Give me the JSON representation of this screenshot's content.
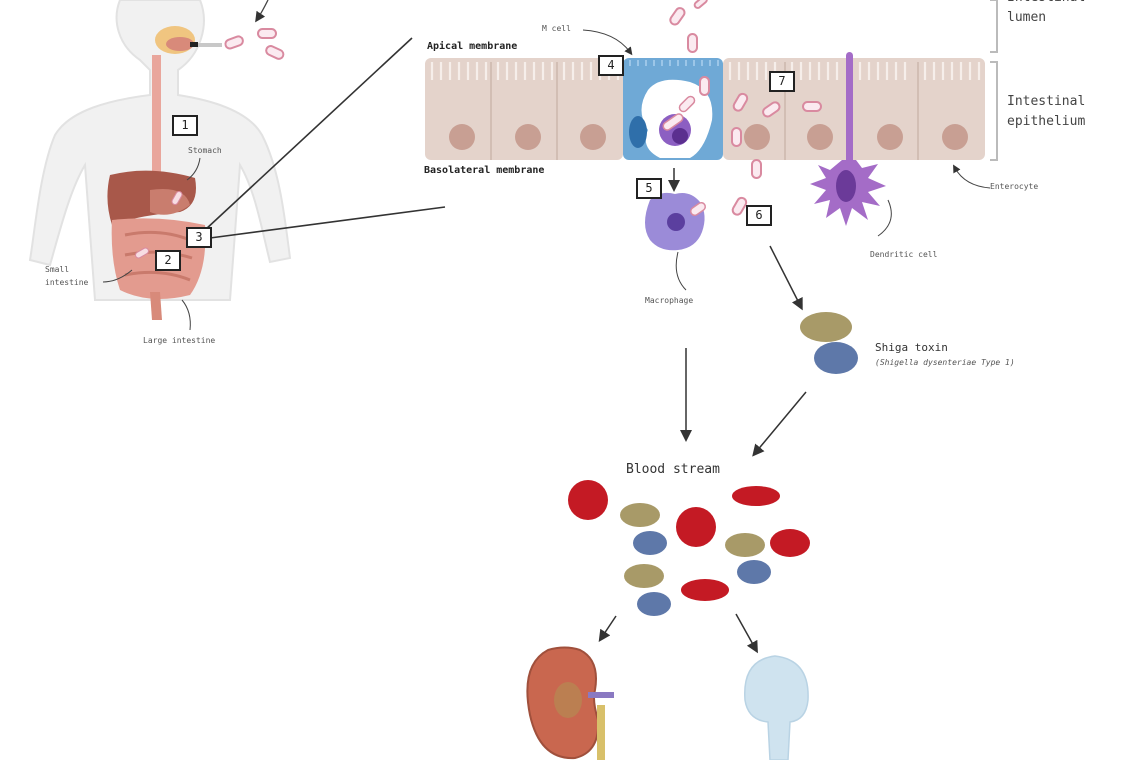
{
  "diagram": {
    "title": "Shigella infection pathway",
    "step_numbers": [
      "1",
      "2",
      "3",
      "4",
      "5",
      "6",
      "7"
    ],
    "body_labels": {
      "stomach": "Stomach",
      "small_intestine_line1": "Small",
      "small_intestine_line2": "intestine",
      "large_intestine": "Large intestine"
    },
    "epithelium_labels": {
      "m_cell": "M cell",
      "apical_membrane": "Apical membrane",
      "basolateral_membrane": "Basolateral membrane",
      "enterocyte": "Enterocyte",
      "dendritic_cell": "Dendritic cell",
      "macrophage": "Macrophage"
    },
    "side_labels": {
      "lumen_line1": "Intestinal",
      "lumen_line2": "lumen",
      "epithelium_line1": "Intestinal",
      "epithelium_line2": "epithelium"
    },
    "toxin": {
      "name": "Shiga toxin",
      "source": "(Shigella dysenteriae Type 1)"
    },
    "blood_stream": "Blood stream",
    "organs": [
      "kidney",
      "brain"
    ],
    "colors": {
      "enterocyte": "#e4d3cb",
      "nucleus": "#c89f93",
      "m_cell": "#6fa9d6",
      "dendritic": "#a46cc7",
      "macrophage": "#9b8bd8",
      "bacteria_stroke": "#d98aa0",
      "rbc": "#c41a24",
      "toxin_gold": "#a89a68",
      "toxin_blue": "#5e78a9",
      "brain": "#cfe3ef",
      "kidney": "#c9674f"
    }
  }
}
